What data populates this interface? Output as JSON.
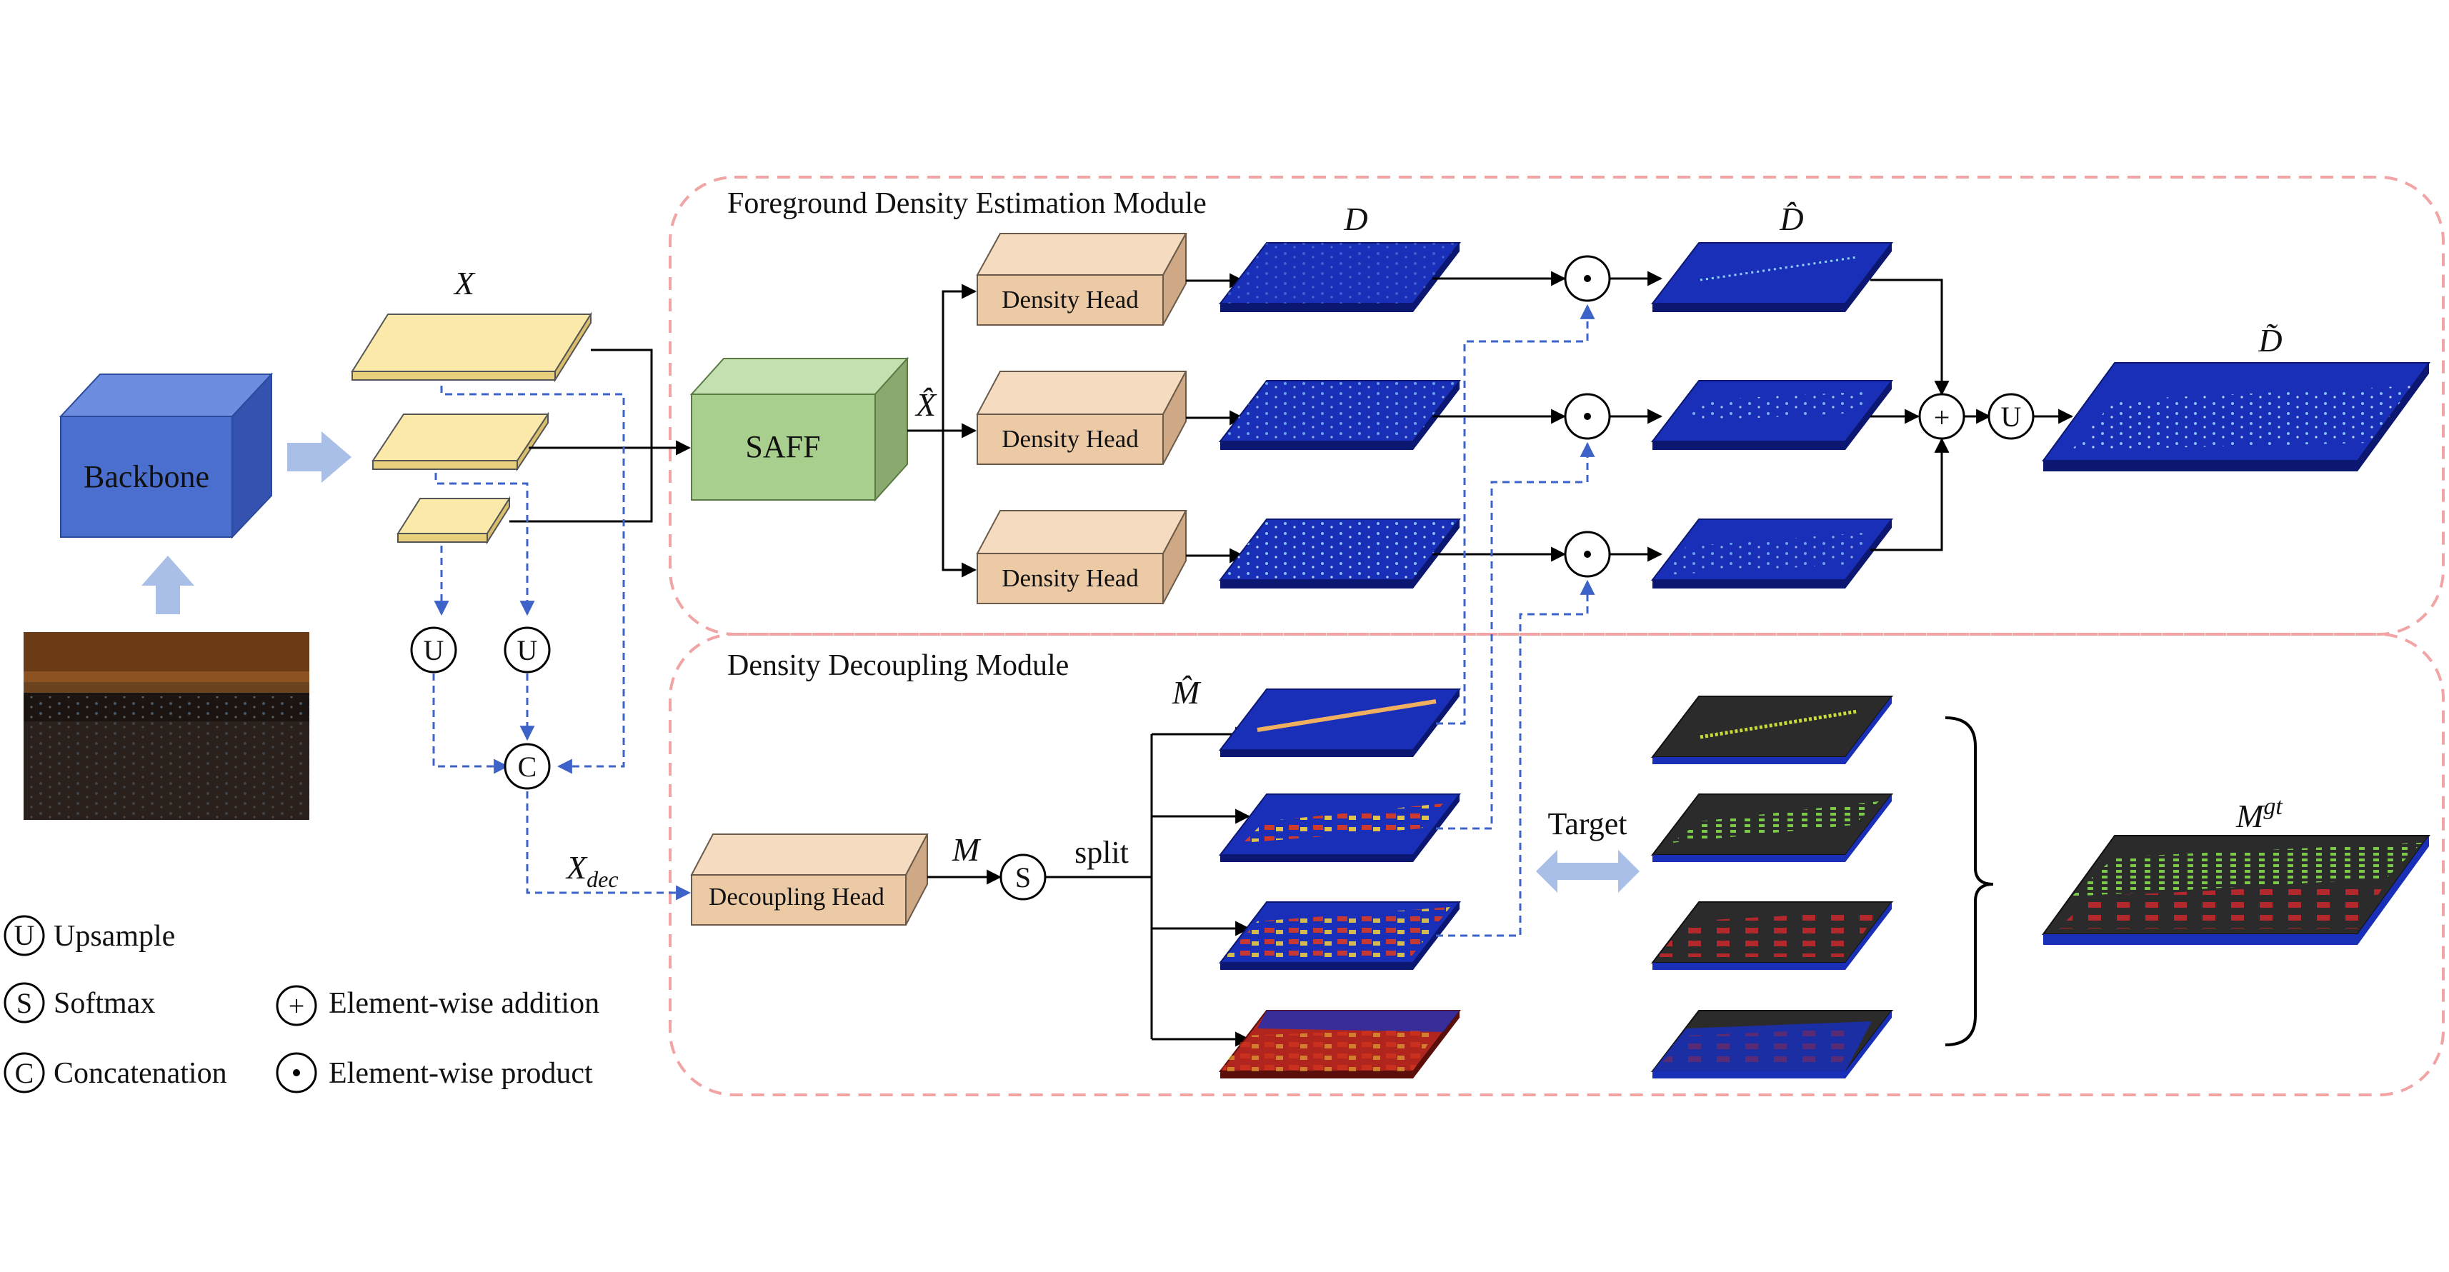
{
  "modules": {
    "foreground": "Foreground Density Estimation Module",
    "decoupling": "Density Decoupling Module"
  },
  "blocks": {
    "backbone": "Backbone",
    "saff": "SAFF",
    "density_head": "Density Head",
    "decoupling_head": "Decoupling Head"
  },
  "symbols": {
    "X": "X",
    "X_hat": "X̂",
    "X_dec_main": "X",
    "X_dec_sub": "dec",
    "D": "D",
    "D_hat": "D̂",
    "D_tilde": "D̃",
    "M": "M",
    "M_hat": "M̂",
    "M_gt_main": "M",
    "M_gt_sup": "gt"
  },
  "labels": {
    "split": "split",
    "target": "Target"
  },
  "ops": {
    "upsample": "U",
    "softmax": "S",
    "concat": "C",
    "add": "+",
    "product": "·"
  },
  "legend": {
    "upsample": "Upsample",
    "softmax": "Softmax",
    "concatenation": "Concatenation",
    "addition": "Element-wise addition",
    "product": "Element-wise product"
  },
  "colors": {
    "module_border": "#f2a3a3",
    "backbone": "#4a6fcf",
    "saff": "#a9cf8f",
    "head": "#eccaa6",
    "feature": "#fbe9a9",
    "map_blue": "#1a2fb8",
    "map_dark": "#2b2b2b",
    "dashed_arrow": "#3e63c8"
  }
}
